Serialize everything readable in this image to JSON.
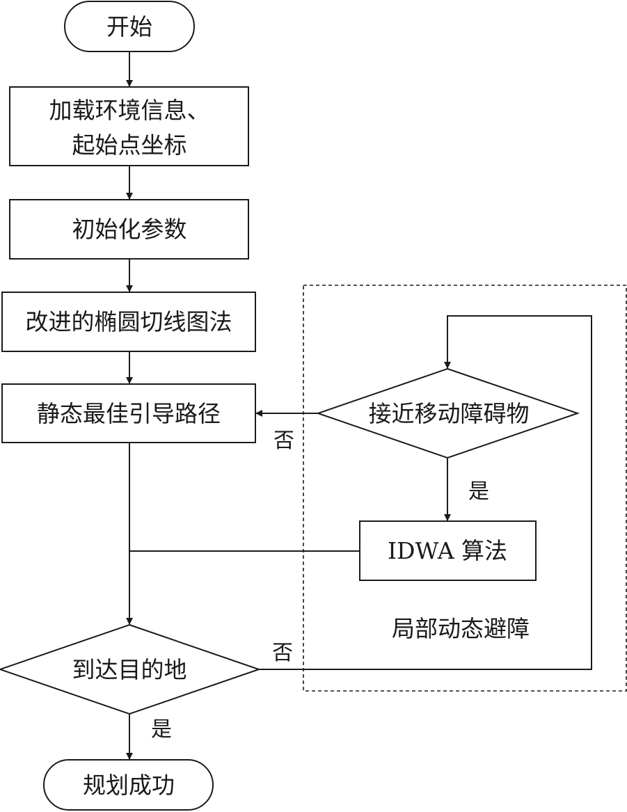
{
  "nodes": {
    "start": "开始",
    "load_env_line1": "加载环境信息、",
    "load_env_line2": "起始点坐标",
    "init_params": "初始化参数",
    "improved_ellipse": "改进的椭圆切线图法",
    "static_path": "静态最佳引导路径",
    "near_obstacle": "接近移动障碍物",
    "idwa": "IDWA 算法",
    "reach_goal": "到达目的地",
    "success": "规划成功"
  },
  "edge_labels": {
    "obstacle_no": "否",
    "obstacle_yes": "是",
    "goal_no": "否",
    "goal_yes": "是"
  },
  "group": {
    "label": "局部动态避障"
  }
}
